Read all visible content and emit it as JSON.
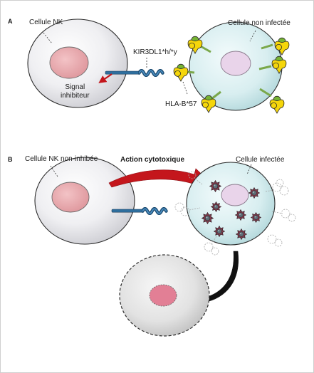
{
  "panel_a": {
    "letter": "A",
    "nk_label": "Cellule NK",
    "target_label": "Cellule non infectée",
    "receptor_label": "KIR3DL1*h/*y",
    "signal_label": "Signal\ninhibiteur",
    "hla_label": "HLA-B*57"
  },
  "panel_b": {
    "letter": "B",
    "nk_label": "Cellule NK non-inhibée",
    "action_label": "Action cytotoxique",
    "target_label": "Cellule infectée"
  },
  "colors": {
    "nk_cell": "#ebebee",
    "nucleus_pink": "#e8a9ae",
    "target_cell": "#d8eef0",
    "target_nucleus": "#e9d4ea",
    "hla_yellow": "#f5d60a",
    "hla_green": "#77b433",
    "receptor_blue": "#2e6f9e",
    "arrow_red": "#c4161c",
    "dead_cell": "#dedede"
  }
}
